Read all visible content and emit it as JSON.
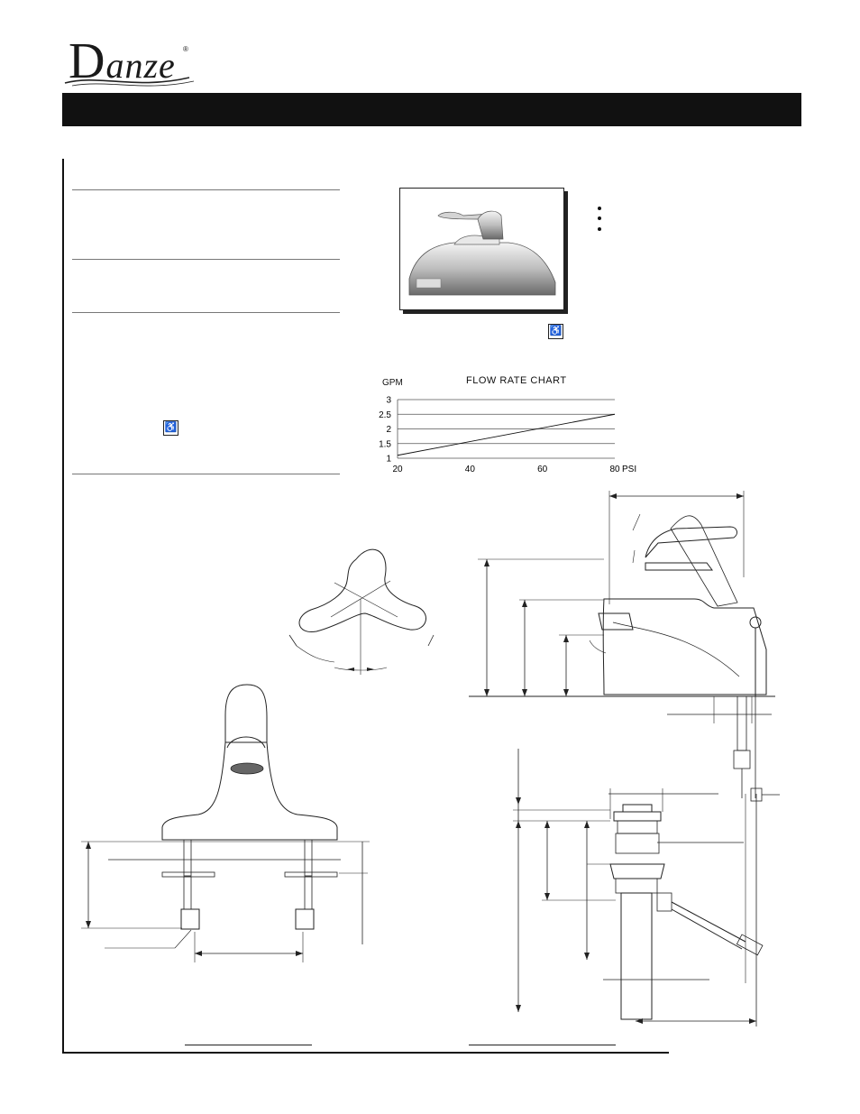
{
  "brand": {
    "logo_text": "Danze",
    "logo_initial": "D",
    "logo_rest": "anze",
    "registered_mark": "®"
  },
  "feature_icons": {
    "accessible_icon": "wheelchair-icon"
  },
  "chart_data": {
    "type": "line",
    "title": "FLOW RATE CHART",
    "ylabel": "GPM",
    "xlabel": "PSI",
    "x_ticks": [
      "20",
      "40",
      "60",
      "80"
    ],
    "y_ticks": [
      "1",
      "1.5",
      "2",
      "2.5",
      "3"
    ],
    "xlim": [
      20,
      80
    ],
    "ylim": [
      1,
      3
    ],
    "grid": true,
    "series": [
      {
        "x": [
          20,
          80
        ],
        "y": [
          1.1,
          2.5
        ]
      }
    ]
  }
}
